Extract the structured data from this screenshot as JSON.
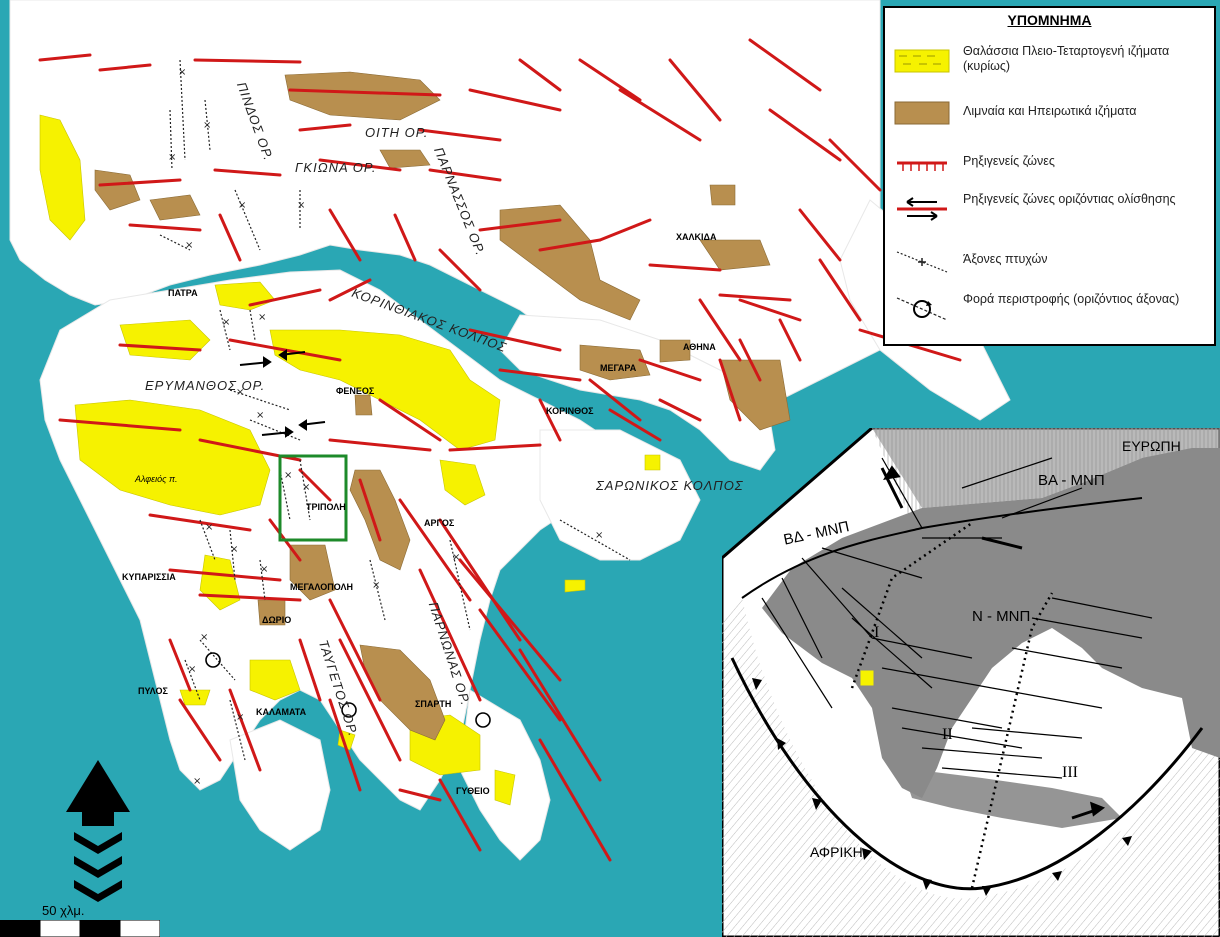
{
  "legend": {
    "title": "ΥΠΟΜΝΗΜΑ",
    "items": [
      {
        "text": "Θαλάσσια Πλειο-Τεταρτογενή ιζήματα (κυρίως)",
        "symbol": "marine-sediments-icon"
      },
      {
        "text": "Λιμναία και Ηπειρωτικά ιζήματα",
        "symbol": "lake-sediments-icon"
      },
      {
        "text": "Ρηξιγενείς ζώνες",
        "symbol": "fault-zone-icon"
      },
      {
        "text": "Ρηξιγενείς ζώνες οριζόντιας ολίσθησης",
        "symbol": "strike-slip-icon"
      },
      {
        "text": "Άξονες πτυχών",
        "symbol": "fold-axis-icon"
      },
      {
        "text": "Φορά περιστροφής (οριζόντιος άξονας)",
        "symbol": "rotation-icon"
      }
    ]
  },
  "towns": [
    "ΧΑΛΚΙΔΑ",
    "ΠΑΤΡΑ",
    "ΑΘΗΝΑ",
    "ΜΕΓΑΡΑ",
    "ΦΕΝΕΟΣ",
    "ΚΟΡΙΝΘΟΣ",
    "ΤΡΙΠΟΛΗ",
    "ΑΡΓΟΣ",
    "ΚΥΠΑΡΙΣΣΙΑ",
    "ΜΕΓΑΛΟΠΟΛΗ",
    "ΔΩΡΙΟ",
    "ΠΥΛΟΣ",
    "ΚΑΛΑΜΑΤΑ",
    "ΣΠΑΡΤΗ",
    "ΓΥΘΕΙΟ"
  ],
  "mountains": [
    "ΠΙΝΔΟΣ ΟΡ.",
    "ΟΙΤΗ ΟΡ.",
    "ΓΚΙΩΝΑ ΟΡ.",
    "ΠΑΡΝΑΣΣΟΣ ΟΡ.",
    "ΕΡΥΜΑΝΘΟΣ ΟΡ.",
    "ΠΑΡΝΩΝΑΣ ΟΡ.",
    "ΤΑΥΓΕΤΟΣ ΟΡ."
  ],
  "gulfs": [
    "ΚΟΡΙΝΘΙΑΚΟΣ ΚΟΛΠΟΣ",
    "ΣΑΡΩΝΙΚΟΣ ΚΟΛΠΟΣ"
  ],
  "river": "Αλφειός π.",
  "inset": {
    "europe": "ΕΥΡΩΠΗ",
    "africa": "ΑΦΡΙΚΗ",
    "ne_block": "ΒΑ - ΜΝΠ",
    "nw_block": "ΒΔ - ΜΝΠ",
    "s_block": "Ν - ΜΝΠ",
    "zone1": "I",
    "zone2": "II",
    "zone3": "III"
  },
  "scale": {
    "label": "50 χλμ."
  },
  "colors": {
    "sea": "#2aa7b4",
    "land": "#ffffff",
    "marine": "#f6f200",
    "lake": "#b88f4f",
    "fault": "#d01818",
    "foldbox": "#1d8a2a",
    "inset_land": "#8a8a8a",
    "site": "#f6f200"
  }
}
